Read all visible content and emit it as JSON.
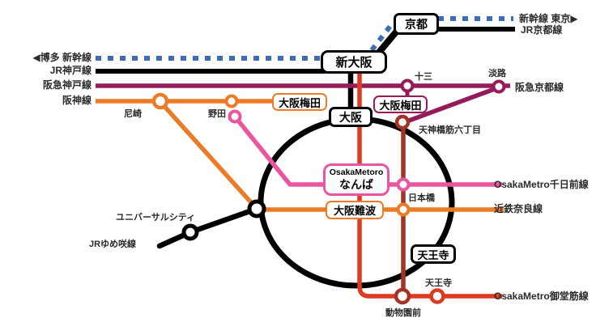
{
  "colors": {
    "shinkansen_blue": "#3a6fb5",
    "jr_black": "#000000",
    "hankyu_maroon": "#951b5b",
    "hanshin_orange": "#ec7b28",
    "sennichimae_pink": "#ea55a0",
    "midosuji_red": "#df3a21",
    "sakaisuji_maroon": "#a23325"
  },
  "line_labels": {
    "left": {
      "shinkansen_hakata": "◀博多 新幹線",
      "jr_kobe": "JR神戸線",
      "hankyu_kobe": "阪急神戸線",
      "hanshin": "阪神線"
    },
    "right": {
      "shinkansen_tokyo": "新幹線 東京▶",
      "jr_kyoto": "JR京都線",
      "hankyu_kyoto": "阪急京都線",
      "sennichimae": "OsakaMetro千日前線",
      "kintetsu_nara": "近鉄奈良線",
      "midosuji": "OsakaMetro御堂筋線"
    }
  },
  "stations": {
    "amagasaki": "尼崎",
    "noda": "野田",
    "juso": "十三",
    "awaji": "淡路",
    "tenjimbashisuji_rokuchome": "天神橋筋六丁目",
    "nipponbashi": "日本橋",
    "universal_city": "ユニバーサルシティ",
    "jr_yumesaki": "JRゆめ咲線",
    "tennoji_metro": "天王寺",
    "dobutsuen_mae": "動物園前"
  },
  "boxes": {
    "kyoto": "京都",
    "shin_osaka": "新大阪",
    "osaka": "大阪",
    "tennoji": "天王寺",
    "umeda_hanshin": "大阪梅田",
    "umeda_hankyu": "大阪梅田",
    "namba_metro_line1": "OsakaMetoro",
    "namba_metro_line2": "なんば",
    "osaka_namba": "大阪難波"
  }
}
